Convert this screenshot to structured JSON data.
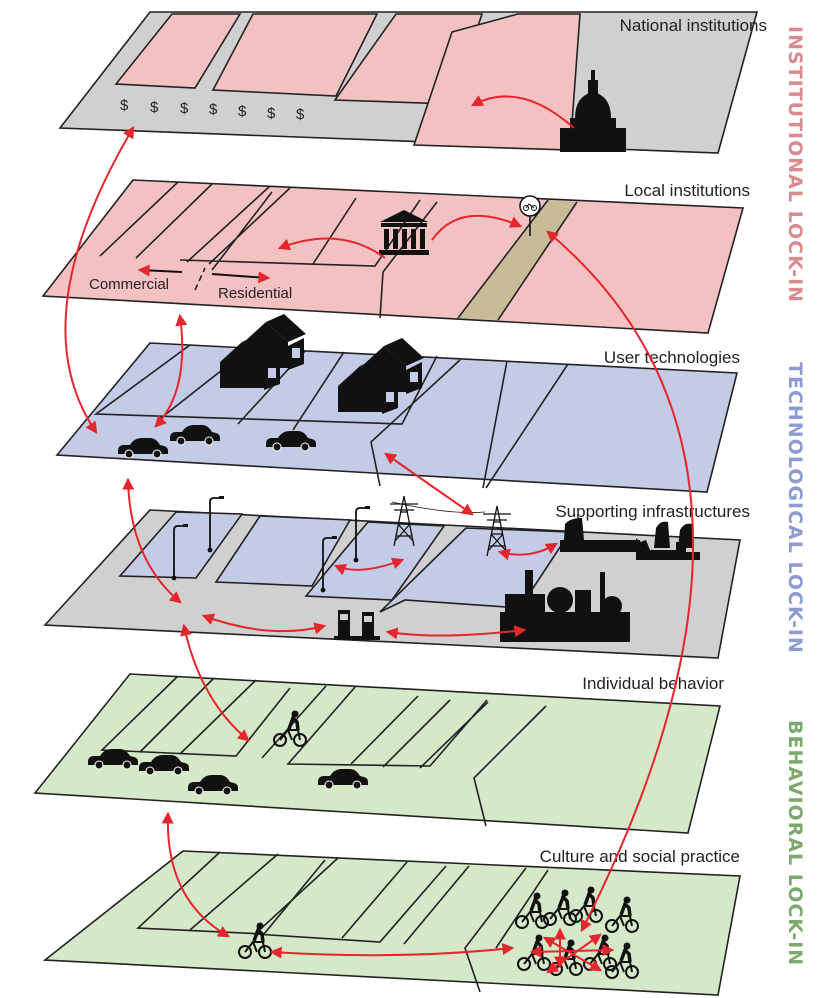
{
  "planes": {
    "national": "National institutions",
    "local": "Local institutions",
    "user_tech": "User technologies",
    "infrastructure": "Supporting infrastructures",
    "behavior": "Individual behavior",
    "culture": "Culture and social practice"
  },
  "street_labels": {
    "commercial": "Commercial",
    "residential": "Residential"
  },
  "dollar_sign": "$",
  "side_labels": {
    "institutional": "INSTITUTIONAL LOCK-IN",
    "technological": "TECHNOLOGICAL LOCK-IN",
    "behavioral": "BEHAVIORAL LOCK-IN"
  },
  "colors": {
    "pink": "#f4c1c3",
    "blue": "#c3cbe6",
    "green": "#d5e8c8",
    "gray": "#d0d0d0",
    "bike_lane": "#c7bb98",
    "arrow": "#e5262c",
    "institutional_text": "#d98b91",
    "technological_text": "#8d9bd0",
    "behavioral_text": "#7fa86c"
  },
  "icons": [
    "capitol-icon",
    "courthouse-icon",
    "bike-sign-icon",
    "house-icon",
    "car-icon",
    "streetlight-icon",
    "power-pylon-icon",
    "power-plant-icon",
    "refinery-icon",
    "gas-pump-icon",
    "cyclist-icon",
    "cyclist-group-icon"
  ]
}
